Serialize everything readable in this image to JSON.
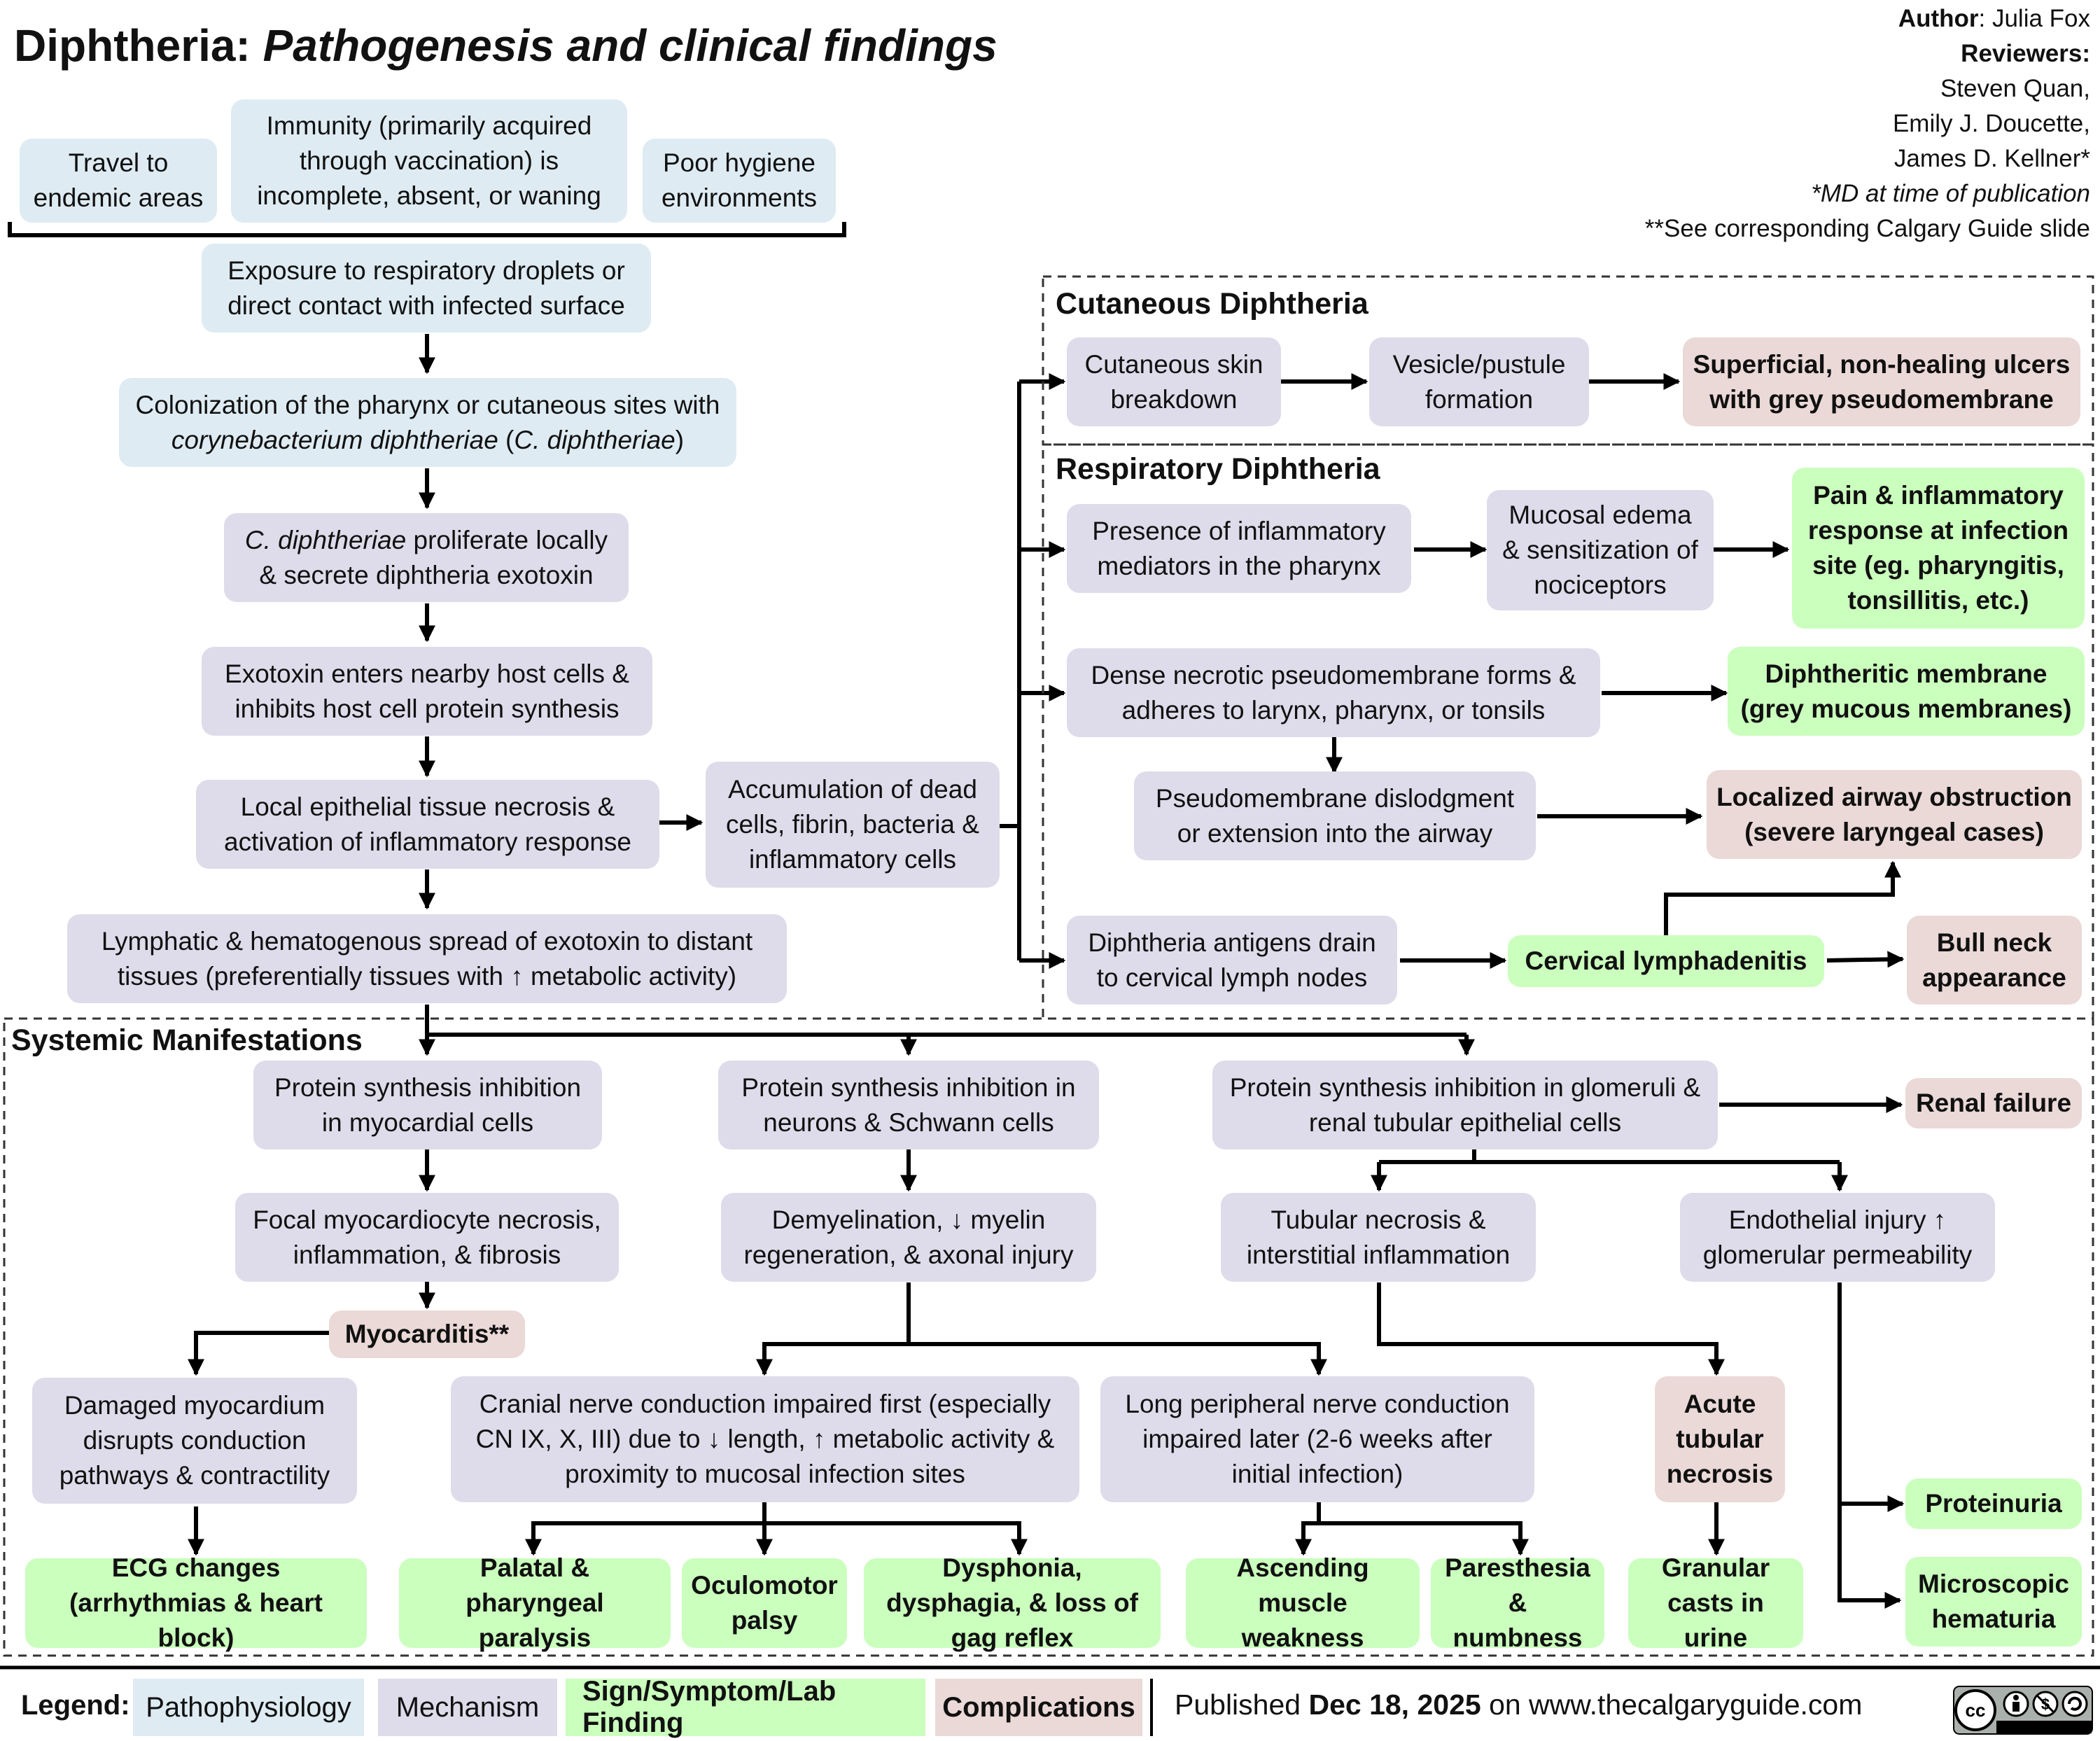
{
  "title": {
    "main": "Diphtheria:",
    "sub": "Pathogenesis and clinical findings"
  },
  "credits": {
    "author_label": "Author",
    "author": ": Julia Fox",
    "reviewers_label": "Reviewers",
    "reviewers_colon": ":",
    "reviewer_1": "Steven Quan,",
    "reviewer_2": "Emily J. Doucette,",
    "reviewer_3": "James D. Kellner*",
    "note_md": "*MD at time of publication",
    "note_slide": "**See corresponding Calgary Guide slide"
  },
  "sections": {
    "cutaneous": "Cutaneous Diphtheria",
    "respiratory": "Respiratory Diphtheria",
    "systemic": "Systemic Manifestations"
  },
  "nodes": {
    "travel": "Travel to endemic areas",
    "immunity": "Immunity (primarily acquired through vaccination) is incomplete, absent, or waning",
    "hygiene": "Poor hygiene environments",
    "exposure": "Exposure to respiratory droplets or direct contact with infected surface",
    "colonization_a": "Colonization of the pharynx or cutaneous sites with ",
    "colonization_i1": "corynebacterium diphtheriae",
    "colonization_b": " (",
    "colonization_i2": "C. diphtheriae",
    "colonization_c": ")",
    "proliferate_i": "C. diphtheriae",
    "proliferate": " proliferate locally & secrete diphtheria exotoxin",
    "exotoxin": "Exotoxin enters nearby host cells & inhibits host cell protein synthesis",
    "necrosis": "Local epithelial tissue necrosis & activation of inflammatory response",
    "accumulation": "Accumulation of dead cells, fibrin, bacteria & inflammatory cells",
    "lymphatic": "Lymphatic & hematogenous spread of exotoxin to distant tissues (preferentially tissues with ↑ metabolic activity)",
    "skin_breakdown": "Cutaneous skin breakdown",
    "vesicle": "Vesicle/pustule formation",
    "ulcers": "Superficial, non-healing ulcers with grey pseudomembrane",
    "mediators": "Presence of inflammatory mediators in the pharynx",
    "mucosal_edema": "Mucosal edema & sensitization of nociceptors",
    "pain": "Pain & inflammatory response at infection site (eg. pharyngitis, tonsillitis, etc.)",
    "pseudomembrane": "Dense necrotic pseudomembrane forms & adheres to larynx, pharynx, or tonsils",
    "diphtheritic_membrane": "Diphtheritic membrane (grey mucous membranes)",
    "dislodgment": "Pseudomembrane dislodgment or extension into the airway",
    "airway": "Localized airway obstruction (severe laryngeal cases)",
    "antigens": "Diphtheria antigens drain to cervical lymph nodes",
    "lymphadenitis": "Cervical lymphadenitis",
    "bull_neck": "Bull neck appearance",
    "myocardial": "Protein synthesis inhibition in myocardial cells",
    "focal": "Focal myocardiocyte necrosis, inflammation, & fibrosis",
    "myocarditis": "Myocarditis**",
    "damaged": "Damaged myocardium disrupts conduction pathways & contractility",
    "ecg": "ECG changes (arrhythmias & heart block)",
    "neurons": "Protein synthesis inhibition in neurons & Schwann cells",
    "demyelination": "Demyelination, ↓ myelin regeneration, & axonal injury",
    "cranial": "Cranial nerve conduction impaired first (especially CN IX, X, III) due to ↓ length, ↑ metabolic activity & proximity to mucosal infection sites",
    "long_peripheral": "Long peripheral nerve conduction impaired later (2-6 weeks after initial infection)",
    "palatal": "Palatal & pharyngeal paralysis",
    "oculomotor": "Oculomotor palsy",
    "dysphonia": "Dysphonia, dysphagia, & loss of gag reflex",
    "ascending": "Ascending muscle weakness",
    "paresthesia": "Paresthesia & numbness",
    "glomeruli": "Protein synthesis inhibition in glomeruli & renal tubular epithelial cells",
    "renal_failure": "Renal failure",
    "tubular": "Tubular necrosis & interstitial inflammation",
    "endothelial": "Endothelial injury ↑ glomerular permeability",
    "atn": "Acute tubular necrosis",
    "casts": "Granular casts in urine",
    "proteinuria": "Proteinuria",
    "hematuria": "Microscopic hematuria"
  },
  "legend": {
    "label": "Legend:",
    "patho": "Pathophysiology",
    "mech": "Mechanism",
    "sign": "Sign/Symptom/Lab Finding",
    "comp": "Complications"
  },
  "footer": {
    "published_pre": "Published ",
    "date": "Dec 18, 2025",
    "published_post": " on www.thecalgaryguide.com",
    "license_icon": "cc-by-nc-sa-icon"
  },
  "colors": {
    "pathophysiology": "#deebf2",
    "mechanism": "#dedcea",
    "sign": "#caffbd",
    "complication": "#ead9d7"
  }
}
